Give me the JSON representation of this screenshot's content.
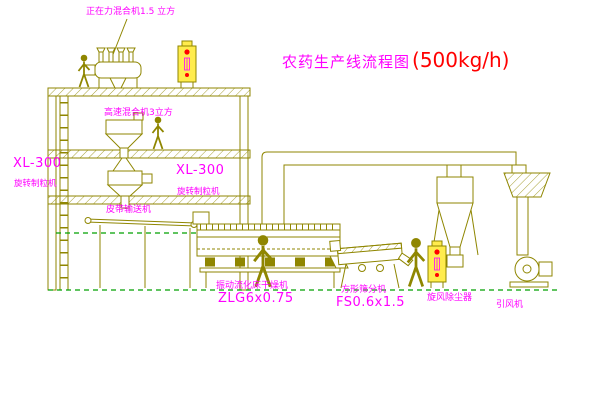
{
  "title": {
    "text": "农药生产线流程图",
    "capacity": "(500kg/h)"
  },
  "equipment": {
    "top_mixer": {
      "label": "正在力混合机1.5 立方"
    },
    "high_speed_mixer": {
      "label": "高速混合机3立方"
    },
    "granulator_left": {
      "model": "XL-300",
      "name": "旋转制粒机"
    },
    "granulator_mid": {
      "model": "XL-300",
      "name": "旋转制粒机"
    },
    "belt_conveyor": {
      "name": "皮带输送机"
    },
    "fluid_bed_dryer": {
      "name": "振动流化床干燥机",
      "model": "ZLG6x0.75"
    },
    "square_sieve": {
      "name": "方形筛分机",
      "model": "FS0.6x1.5"
    },
    "cyclone_dust_collector": {
      "name": "旋风除尘器"
    },
    "induced_draft_fan": {
      "name": "引风机"
    }
  },
  "colors": {
    "line": "#8f8600",
    "label": "#ff00ff",
    "capacity": "#ff0000",
    "ground_dash": "#00a000",
    "cabinet_fill": "#ffec4d",
    "indicator_light": "#ff0000"
  }
}
